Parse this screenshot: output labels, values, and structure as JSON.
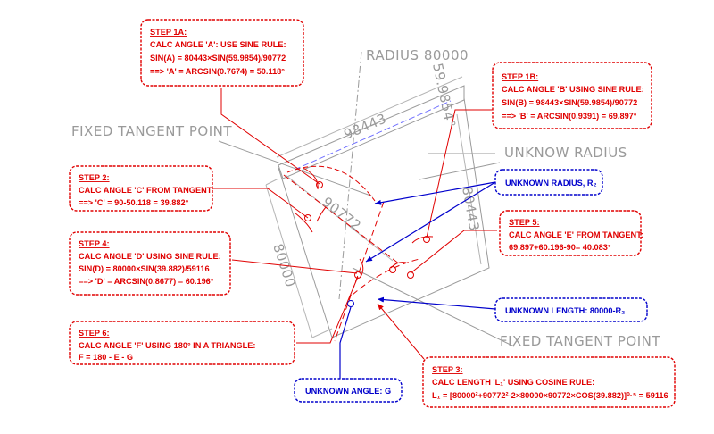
{
  "colors": {
    "red": "#e00000",
    "blue": "#0000cc",
    "grey": "#9a9a9a",
    "dim": "#b4b4b4"
  },
  "drawing_labels": {
    "radius": "RADIUS 80000",
    "fixed_tangent_top": "FIXED TANGENT POINT",
    "unknow_radius": "UNKNOW RADIUS",
    "fixed_tangent_bottom": "FIXED TANGENT POINT",
    "dim_98443": "98443",
    "dim_59985": "59.9854°",
    "dim_90772": "90772",
    "dim_80443": "80443",
    "dim_80000": "80000"
  },
  "steps": {
    "step1a": {
      "title": "STEP 1A:",
      "line1": "CALC ANGLE 'A': USE SINE RULE:",
      "line2": "SIN(A) = 80443×SIN(59.9854)/90772",
      "line3": "==> 'A' = ARCSIN(0.7674) = 50.118°"
    },
    "step1b": {
      "title": "STEP 1B:",
      "line1": "CALC ANGLE 'B' USING SINE RULE:",
      "line2": "SIN(B) = 98443×SIN(59.9854)/90772",
      "line3": "==> 'B' = ARCSIN(0.9391) = 69.897°"
    },
    "step2": {
      "title": "STEP 2:",
      "line1": "CALC ANGLE 'C' FROM TANGENT:",
      "line2": "==> 'C' = 90-50.118 = 39.882°"
    },
    "step4": {
      "title": "STEP 4:",
      "line1": "CALC ANGLE 'D' USING SINE RULE:",
      "line2": "SIN(D) = 80000×SIN(39.882)/59116",
      "line3": "==> 'D' = ARCSIN(0.8677) = 60.196°"
    },
    "step5": {
      "title": "STEP 5:",
      "line1": "CALC ANGLE 'E' FROM TANGENT:",
      "line2": "69.897+60.196-90= 40.083°"
    },
    "step6": {
      "title": "STEP 6:",
      "line1": "CALC ANGLE 'F' USING 180° IN A TRIANGLE:",
      "line2": "F = 180 - E - G"
    },
    "step3": {
      "title": "STEP 3:",
      "line1": "CALC LENGTH 'L₁' USING COSINE RULE:",
      "line2": "L₁ = [80000²+90772²-2×80000×90772×COS(39.882)]⁰·⁵ = 59116"
    }
  },
  "unknowns": {
    "radius": "UNKNOWN RADIUS, R₂",
    "length": "UNKNOWN LENGTH: 80000-R₂",
    "angle": "UNKNOWN ANGLE: G"
  }
}
